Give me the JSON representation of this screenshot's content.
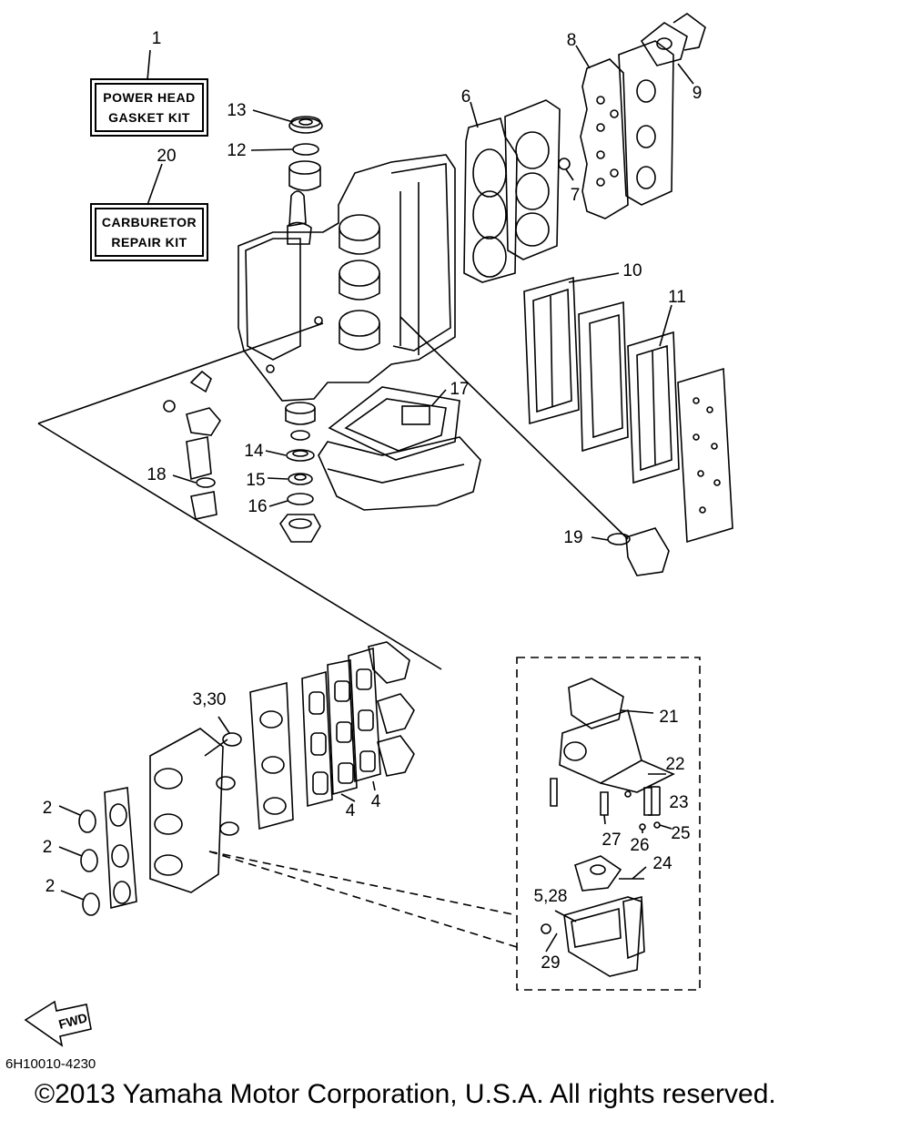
{
  "kits": [
    {
      "callout": "1",
      "line1": "POWER HEAD",
      "line2": "GASKET KIT"
    },
    {
      "callout": "20",
      "line1": "CARBURETOR",
      "line2": "REPAIR KIT"
    }
  ],
  "callouts": {
    "c13": "13",
    "c12": "12",
    "c6": "6",
    "c8": "8",
    "c9": "9",
    "c7": "7",
    "c10": "10",
    "c11": "11",
    "c17": "17",
    "c14": "14",
    "c15": "15",
    "c16": "16",
    "c18": "18",
    "c19": "19",
    "c330": "3,30",
    "c4a": "4",
    "c4b": "4",
    "c2a": "2",
    "c2b": "2",
    "c2c": "2",
    "c21": "21",
    "c22": "22",
    "c23": "23",
    "c27": "27",
    "c26": "26",
    "c25": "25",
    "c24": "24",
    "c528": "5,28",
    "c29": "29"
  },
  "fwd": "FWD",
  "diagram_code": "6H10010-4230",
  "copyright": "©2013 Yamaha Motor Corporation, U.S.A. All rights reserved."
}
